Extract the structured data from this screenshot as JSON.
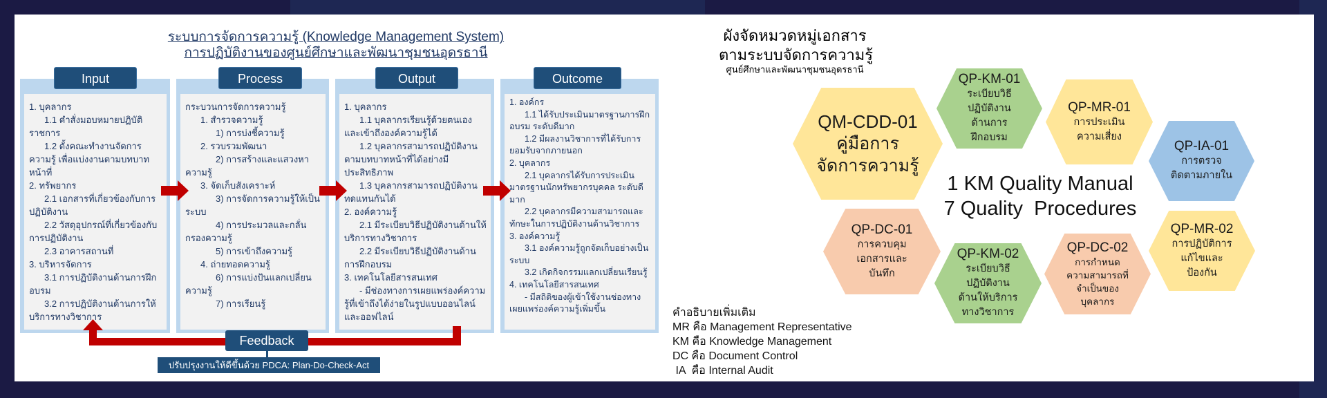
{
  "km_system": {
    "title_line1": "ระบบการจัดการความรู้ (Knowledge Management System)",
    "title_line2": "การปฏิบัติงานของศูนย์ศึกษาและพัฒนาชุมชนอุดรธานี",
    "columns": [
      {
        "header": "Input",
        "items": [
          {
            "t": "1. บุคลากร",
            "i": 0
          },
          {
            "t": "1.1 คำสั่งมอบหมายปฏิบัติราชการ",
            "i": 1
          },
          {
            "t": "1.2 ตั้งคณะทำงานจัดการความรู้ เพื่อแบ่งงานตามบทบาทหน้าที่",
            "i": 1
          },
          {
            "t": "2. ทรัพยากร",
            "i": 0
          },
          {
            "t": "2.1 เอกสารที่เกี่ยวข้องกับการปฏิบัติงาน",
            "i": 1
          },
          {
            "t": "2.2 วัสดุอุปกรณ์ที่เกี่ยวข้องกับการปฏิบัติงาน",
            "i": 1
          },
          {
            "t": "2.3 อาคารสถานที่",
            "i": 1
          },
          {
            "t": "3. บริหารจัดการ",
            "i": 0
          },
          {
            "t": "3.1 การปฏิบัติงานด้านการฝึกอบรม",
            "i": 1
          },
          {
            "t": "3.2 การปฏิบัติงานด้านการให้บริการทางวิชาการ",
            "i": 1
          }
        ]
      },
      {
        "header": "Process",
        "items": [
          {
            "t": "กระบวนการจัดการความรู้",
            "i": 0
          },
          {
            "t": "1. สำรวจความรู้",
            "i": 1
          },
          {
            "t": "1) การบ่งชี้ความรู้",
            "i": 2
          },
          {
            "t": "2. รวบรวมพัฒนา",
            "i": 1
          },
          {
            "t": "2) การสร้างและแสวงหาความรู้",
            "i": 2
          },
          {
            "t": "3. จัดเก็บสังเคราะห์",
            "i": 1
          },
          {
            "t": "3) การจัดการความรู้ให้เป็นระบบ",
            "i": 2
          },
          {
            "t": "4) การประมวลและกลั่นกรองความรู้",
            "i": 2
          },
          {
            "t": "5) การเข้าถึงความรู้",
            "i": 2
          },
          {
            "t": "4. ถ่ายทอดความรู้",
            "i": 1
          },
          {
            "t": "6) การแบ่งปันแลกเปลี่ยนความรู้",
            "i": 2
          },
          {
            "t": "7) การเรียนรู้",
            "i": 2
          }
        ]
      },
      {
        "header": "Output",
        "items": [
          {
            "t": "1. บุคลากร",
            "i": 0
          },
          {
            "t": "1.1 บุคลากรเรียนรู้ด้วยตนเอง และเข้าถึงองค์ความรู้ได้",
            "i": 1
          },
          {
            "t": "1.2 บุคลากรสามารถปฏิบัติงานตามบทบาทหน้าที่ได้อย่างมีประสิทธิภาพ",
            "i": 1
          },
          {
            "t": "1.3 บุคลากรสามารถปฏิบัติงานทดแทนกันได้",
            "i": 1
          },
          {
            "t": "2. องค์ความรู้",
            "i": 0
          },
          {
            "t": "2.1 มีระเบียบวิธีปฏิบัติงานด้านให้บริการทางวิชาการ",
            "i": 1
          },
          {
            "t": "2.2 มีระเบียบวิธีปฏิบัติงานด้านการฝึกอบรม",
            "i": 1
          },
          {
            "t": "3. เทคโนโลยีสารสนเทศ",
            "i": 0
          },
          {
            "t": "- มีช่องทางการเผยแพร่องค์ความรู้ที่เข้าถึงได้ง่ายในรูปแบบออนไลน์และออฟไลน์",
            "i": 1
          }
        ]
      },
      {
        "header": "Outcome",
        "items": [
          {
            "t": "1. องค์กร",
            "i": 0
          },
          {
            "t": "1.1 ได้รับประเมินมาตรฐานการฝึกอบรม ระดับดีมาก",
            "i": 1
          },
          {
            "t": "1.2 มีผลงานวิชาการที่ได้รับการยอมรับจากภายนอก",
            "i": 1
          },
          {
            "t": "2. บุคลากร",
            "i": 0
          },
          {
            "t": "2.1 บุคลากรได้รับการประเมินมาตรฐานนักทรัพยากรบุคคล ระดับดีมาก",
            "i": 1
          },
          {
            "t": "2.2 บุคลากรมีความสามารถและทักษะในการปฏิบัติงานด้านวิชาการ",
            "i": 1
          },
          {
            "t": "3. องค์ความรู้",
            "i": 0
          },
          {
            "t": "3.1 องค์ความรู้ถูกจัดเก็บอย่างเป็นระบบ",
            "i": 1
          },
          {
            "t": "3.2 เกิดกิจกรรมแลกเปลี่ยนเรียนรู้",
            "i": 1
          },
          {
            "t": "4. เทคโนโลยีสารสนเทศ",
            "i": 0
          },
          {
            "t": "- มีสถิติของผู้เข้าใช้งานช่องทางเผยแพร่องค์ความรู้เพิ่มขึ้น",
            "i": 1
          }
        ]
      }
    ],
    "feedback": "Feedback",
    "pdca": "ปรับปรุงงานให้ดีขึ้นด้วย PDCA: Plan-Do-Check-Act"
  },
  "doc_chart": {
    "title_line1": "ผังจัดหมวดหมู่เอกสาร",
    "title_line2": "ตามระบบจัดการความรู้",
    "subtitle": "ศูนย์ศึกษาและพัฒนาชุมชนอุดรธานี",
    "center_line1": "1 KM Quality Manual",
    "center_line2": "7 Quality  Procedures",
    "hexagons": [
      {
        "code": "QM-CDD-01",
        "desc": "คู่มือการ\nจัดการความรู้",
        "color": "#ffe699"
      },
      {
        "code": "QP-KM-01",
        "desc": "ระเบียบวิธี\nปฏิบัติงาน\nด้านการ\nฝึกอบรม",
        "color": "#a9d18e"
      },
      {
        "code": "QP-MR-01",
        "desc": "การประเมิน\nความเสี่ยง",
        "color": "#ffe699"
      },
      {
        "code": "QP-IA-01",
        "desc": "การตรวจ\nติดตามภายใน",
        "color": "#9dc3e6"
      },
      {
        "code": "QP-DC-01",
        "desc": "การควบคุม\nเอกสารและ\nบันทึก",
        "color": "#f8cbad"
      },
      {
        "code": "QP-KM-02",
        "desc": "ระเบียบวิธี\nปฏิบัติงาน\nด้านให้บริการ\nทางวิชาการ",
        "color": "#a9d18e"
      },
      {
        "code": "QP-DC-02",
        "desc": "การกำหนด\nความสามารถที่\nจำเป็นของ\nบุคลากร",
        "color": "#f8cbad"
      },
      {
        "code": "QP-MR-02",
        "desc": "การปฏิบัติการ\nแก้ไขและ\nป้องกัน",
        "color": "#ffe699"
      }
    ],
    "notes": [
      "คำอธิบายเพิ่มเติม",
      "MR คือ Management Representative",
      "KM คือ Knowledge Management",
      "DC คือ Document Control",
      " IA  คือ Internal Audit"
    ]
  },
  "colors": {
    "navy": "#1f4e79",
    "red": "#c00000",
    "panel_blue": "#bdd7ee",
    "text": "#1f3864"
  }
}
